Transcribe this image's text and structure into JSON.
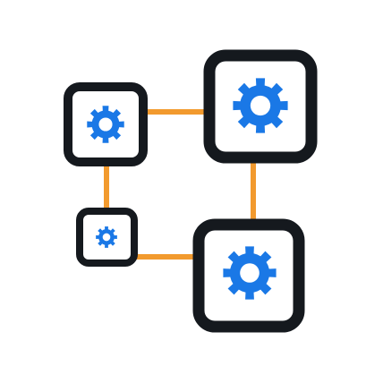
{
  "colors": {
    "background": "#ffffff",
    "frame": "#15191e",
    "gear": "#1a78e6",
    "connector": "#f29a2e"
  },
  "nodes": [
    {
      "id": "top-left",
      "icon": "gear-icon"
    },
    {
      "id": "top-right",
      "icon": "gear-icon"
    },
    {
      "id": "middle-left",
      "icon": "gear-icon"
    },
    {
      "id": "bottom-right",
      "icon": "gear-icon"
    }
  ],
  "connections": [
    {
      "from": "top-left",
      "to": "top-right"
    },
    {
      "from": "top-left",
      "to": "middle-left"
    },
    {
      "from": "middle-left",
      "to": "bottom-right"
    },
    {
      "from": "top-right",
      "to": "bottom-right"
    }
  ]
}
